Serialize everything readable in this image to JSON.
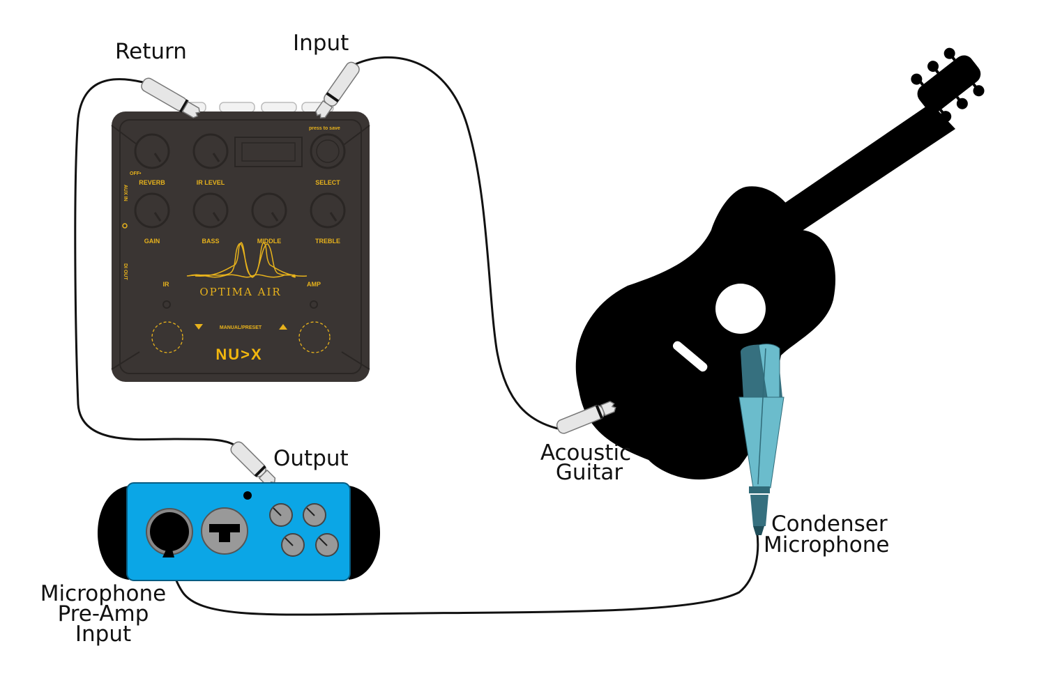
{
  "diagram": {
    "title": "NUX Optima Air connection diagram",
    "callouts": {
      "return": "Return",
      "input": "Input",
      "output": "Output",
      "acoustic_guitar": [
        "Acoustic",
        "Guitar"
      ],
      "condenser_microphone": [
        "Condenser",
        "Microphone"
      ],
      "preamp_input": [
        "Microphone",
        "Pre-Amp",
        "Input"
      ]
    },
    "pedal": {
      "brand": "NU>X",
      "model": "OPTIMA AIR",
      "press_to_save": "press to save",
      "off_label": "OFF•",
      "knobs_top": [
        "REVERB",
        "IR LEVEL",
        "SELECT"
      ],
      "knobs_bottom": [
        "GAIN",
        "BASS",
        "MIDDLE",
        "TREBLE"
      ],
      "side_labels": [
        "AUX IN",
        "DI OUT"
      ],
      "led_labels": [
        "IR",
        "AMP"
      ],
      "footswitch_label": "MANUAL/PRESET"
    },
    "colors": {
      "pedal_body": "#3a3533",
      "pedal_text": "#e7b21c",
      "preamp_body": "#0ba6e6",
      "mic_light": "#6bbccc",
      "mic_dark": "#36707f",
      "guitar": "#000000",
      "cable": "#111111"
    }
  }
}
